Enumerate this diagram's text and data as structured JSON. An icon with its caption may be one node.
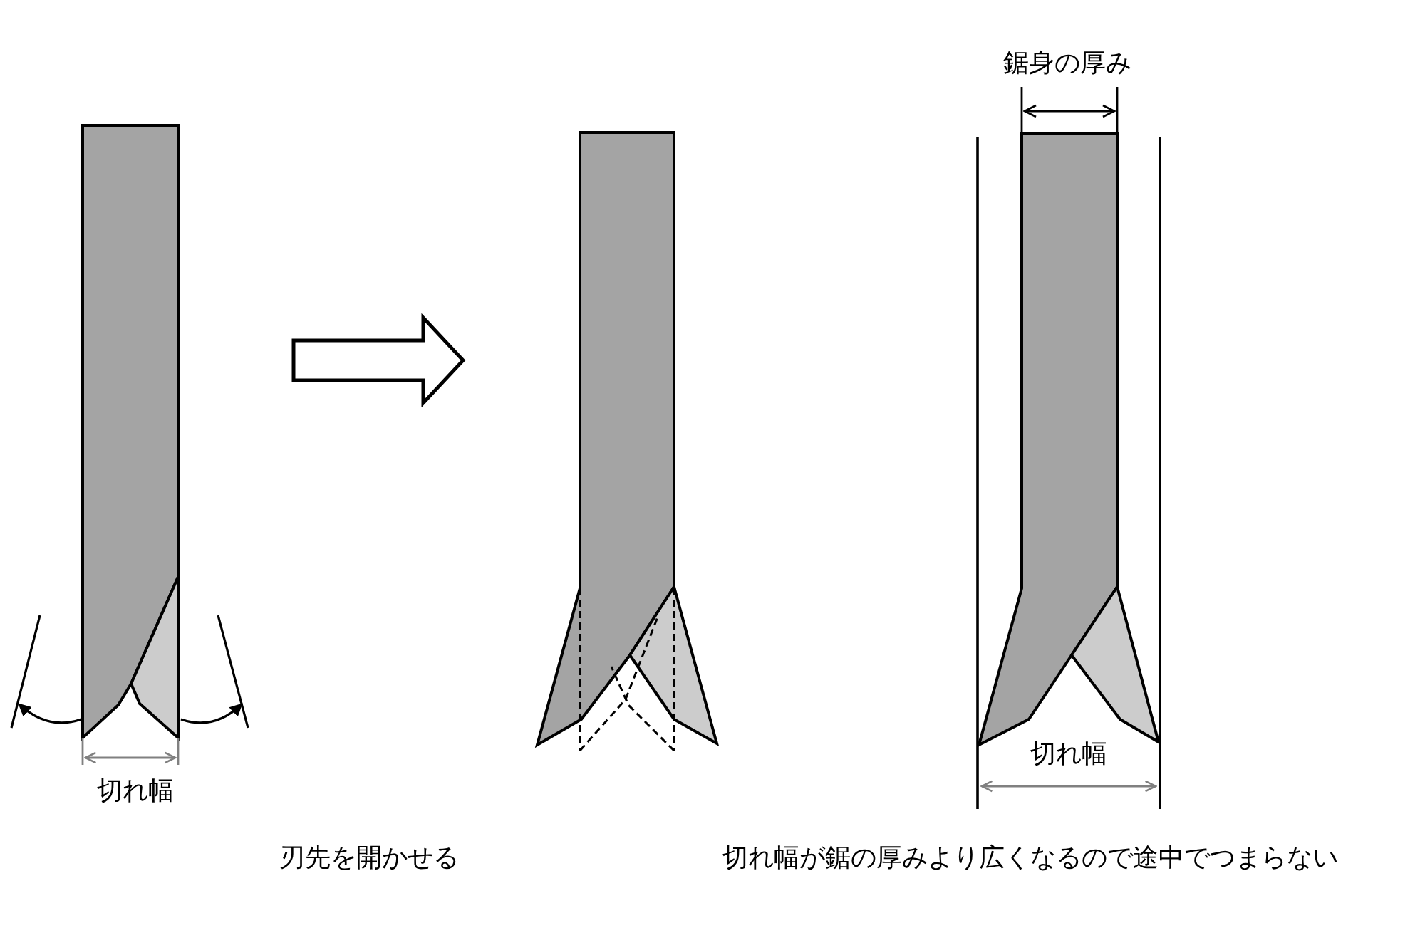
{
  "diagram": {
    "nodes": [
      {
        "text": [],
        "shape": "picture"
      },
      {
        "text": [],
        "shape": "picture"
      }
    ],
    "edges": [
      {
        "from": 0,
        "to": 1,
        "arrow": "to"
      }
    ],
    "labels": [
      "鋸身の厚み",
      "切れ幅",
      "切れ幅",
      "刃先を開かせる",
      "切れ幅が鋸の厚みより広くなるので途中でつまらない"
    ]
  }
}
